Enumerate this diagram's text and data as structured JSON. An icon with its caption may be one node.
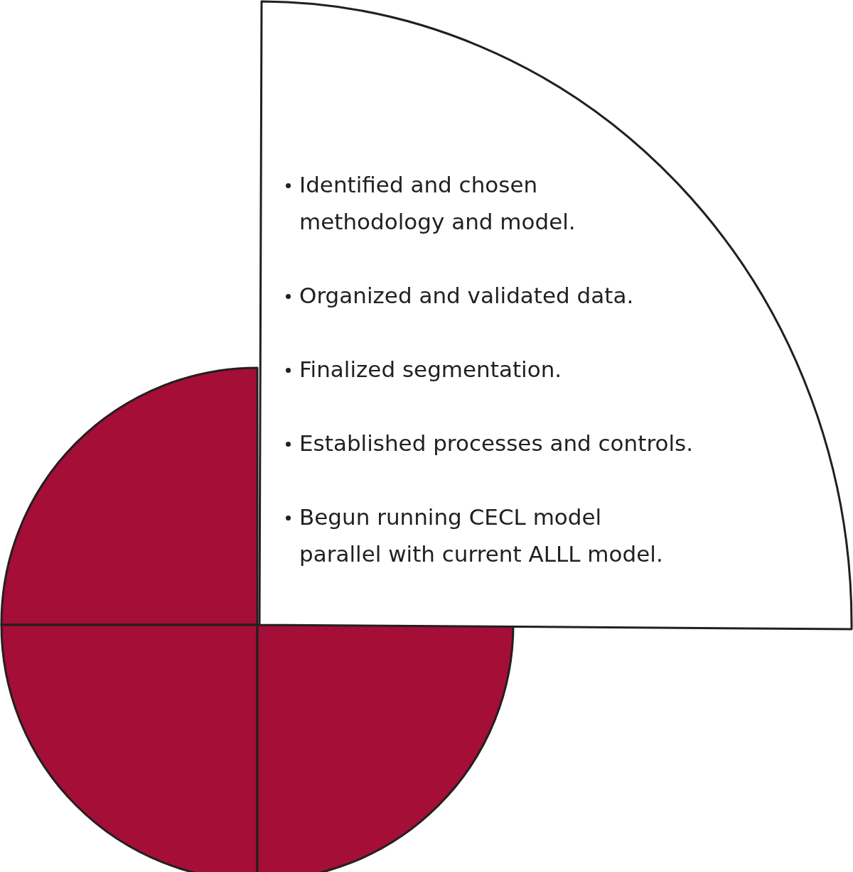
{
  "diagram": {
    "nodes": [
      {
        "text": [
          "Identified and chosen methodology and model.",
          "Organized and validated data.",
          "Finalized segmentation.",
          "Established processes and controls.",
          "Begun running CECL model parallel with current ALLL model."
        ]
      },
      {
        "text": [],
        "shape": "sector"
      },
      {
        "text": [],
        "shape": "sector"
      },
      {
        "text": [],
        "shape": "sector"
      }
    ]
  }
}
